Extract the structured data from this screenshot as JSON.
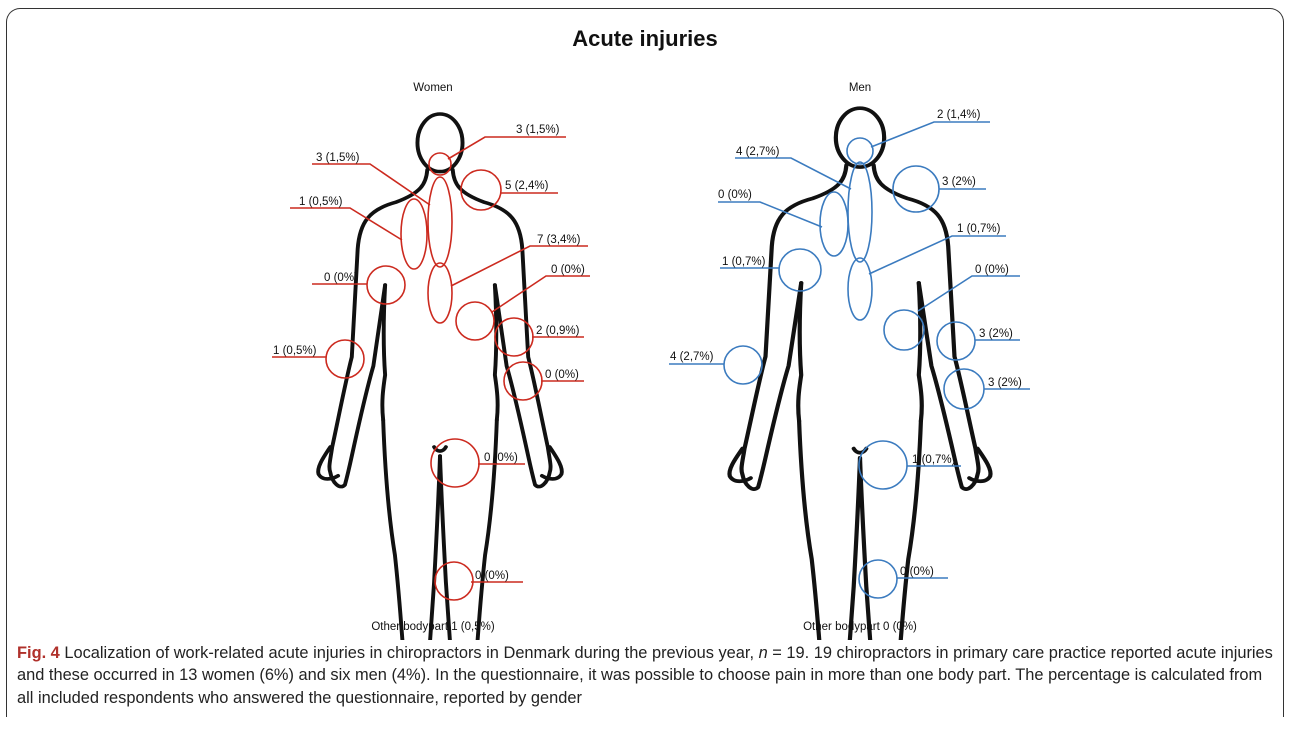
{
  "title": "Acute injuries",
  "panels": {
    "women": {
      "heading": "Women",
      "color": "#cc2a1f",
      "labels": [
        "3 (1,5%)",
        "3 (1,5%)",
        "5 (2,4%)",
        "1 (0,5%)",
        "7 (3,4%)",
        "0 (0%)",
        "0 (0%)",
        "2 (0,9%)",
        "1 (0,5%)",
        "0 (0%)",
        "0 (0%)",
        "0 (0%)"
      ],
      "other": "Other bodypart 1 (0,5%)"
    },
    "men": {
      "heading": "Men",
      "color": "#3b7bbf",
      "labels": [
        "2 (1,4%)",
        "4 (2,7%)",
        "3 (2%)",
        "0 (0%)",
        "1 (0,7%)",
        "1 (0,7%)",
        "0 (0%)",
        "3 (2%)",
        "4 (2,7%)",
        "3 (2%)",
        "1 (0,7%)",
        "0 (0%)"
      ],
      "other": "Other bodypart 0 (0%)"
    }
  },
  "caption": {
    "fig_label": "Fig. 4",
    "part1": " Localization of work-related acute injuries in chiropractors in Denmark during the previous year, ",
    "n_var": "n",
    "part2": " = 19. 19 chiropractors in primary care practice reported acute injuries and these occurred in 13 women (6%) and six men (4%). In the questionnaire, it was possible to choose pain in more than one body part. The percentage is calculated from all included respondents who answered the questionnaire, reported by gender"
  }
}
